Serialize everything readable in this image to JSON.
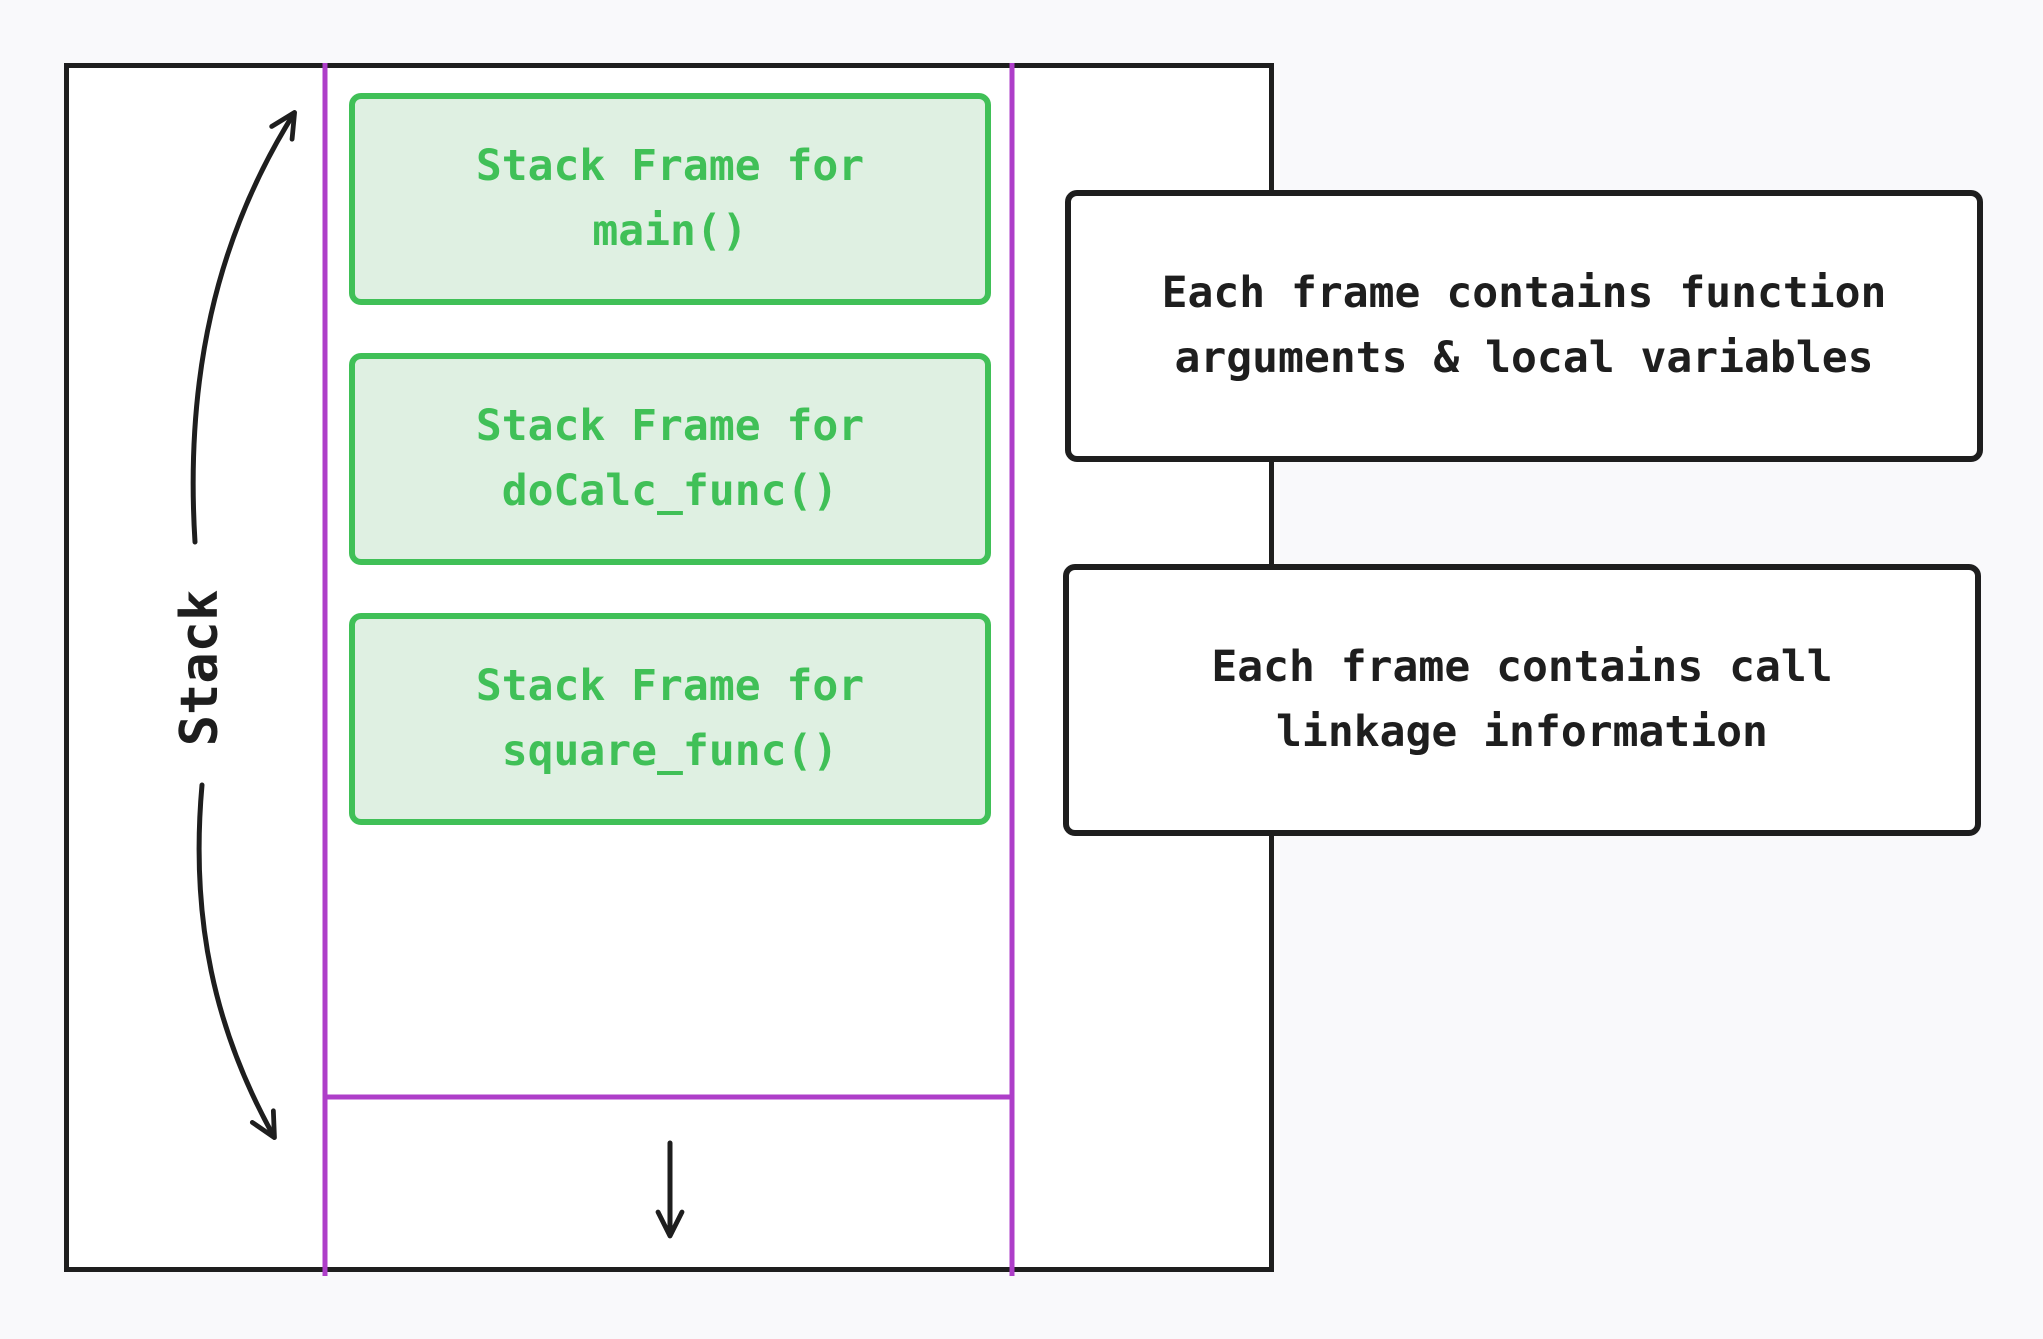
{
  "diagram": {
    "axis_label": "Stack",
    "frames": [
      {
        "line1": "Stack Frame for",
        "line2": "main()"
      },
      {
        "line1": "Stack Frame for",
        "line2": "doCalc_func()"
      },
      {
        "line1": "Stack Frame for",
        "line2": "square_func()"
      }
    ],
    "notes": [
      {
        "line1": "Each frame contains function",
        "line2": "arguments & local variables"
      },
      {
        "line1": "Each frame contains call",
        "line2": "linkage information"
      }
    ],
    "colors": {
      "frame_stroke": "#40c057",
      "frame_fill": "#dff0e2",
      "stack_bounds": "#ae3ec9",
      "ink": "#1e1e1e",
      "background": "#f9f9fb"
    }
  }
}
